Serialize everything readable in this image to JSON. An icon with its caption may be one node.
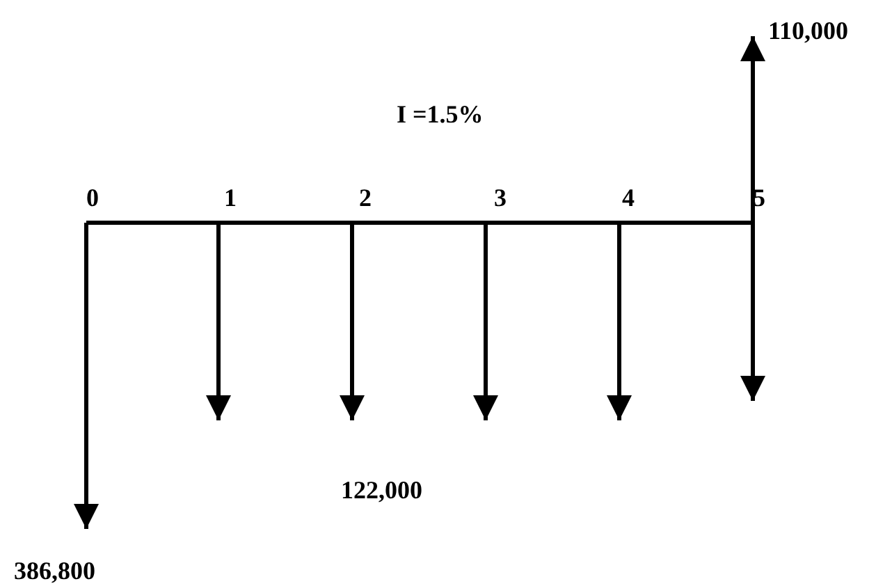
{
  "diagram": {
    "labels": [
      "110,000",
      "I =1.5%",
      "0",
      "1",
      "2",
      "3",
      "4",
      "5",
      "122,000",
      "386,800"
    ]
  }
}
